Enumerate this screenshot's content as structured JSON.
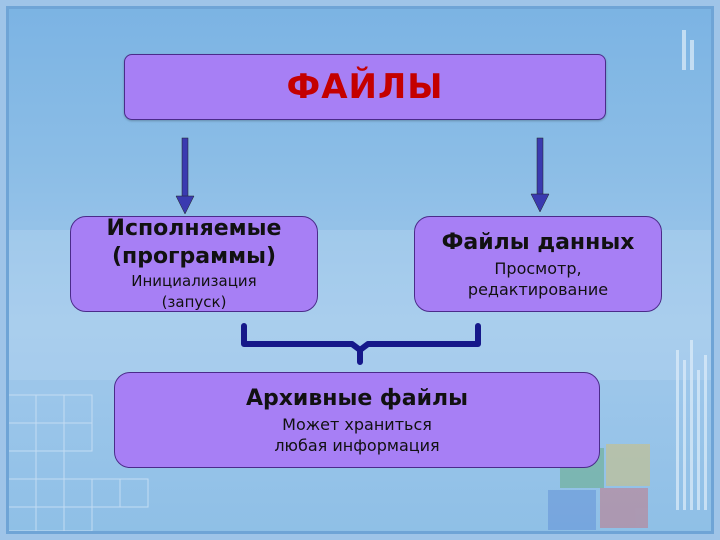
{
  "title": "ФАЙЛЫ",
  "executable": {
    "heading_line1": "Исполняемые",
    "heading_line2": "(программы)",
    "desc_line1": "Инициализация",
    "desc_line2": "(запуск)"
  },
  "data_files": {
    "heading": "Файлы данных",
    "desc_line1": "Просмотр,",
    "desc_line2": "редактирование"
  },
  "archive": {
    "heading": "Архивные файлы",
    "desc_line1": "Может храниться",
    "desc_line2": "любая информация"
  },
  "colors": {
    "box_fill": "#a77ff5",
    "title_text": "#c40000",
    "arrow": "#3a3ab0",
    "brace": "#16188a"
  }
}
